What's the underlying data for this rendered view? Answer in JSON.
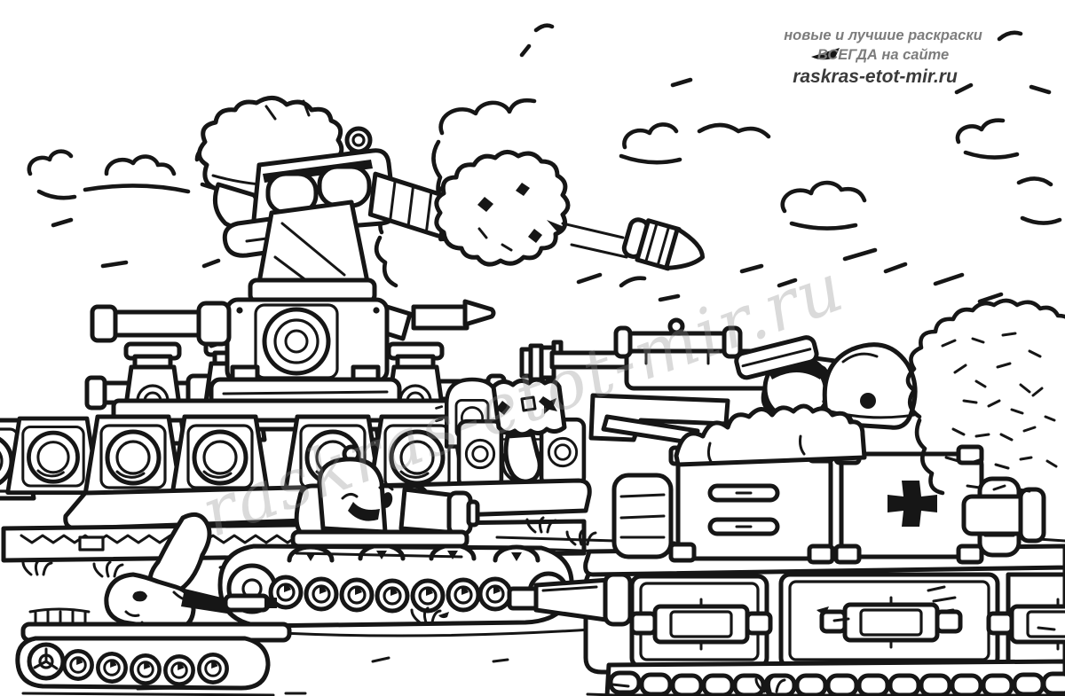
{
  "header": {
    "line1": "новые и лучшие раскраски",
    "line2": "ВСЕГДА на сайте",
    "site": "raskras-etot-mir.ru",
    "text_color": "#7d7d7d",
    "site_color": "#3a3a3a"
  },
  "watermark": {
    "text": "raskras-etot-mir.ru",
    "color": "#8d8d8d",
    "opacity": "0.32"
  },
  "artwork": {
    "ink": "#161616",
    "paper": "#ffffff",
    "subject": "Cartoon tanks coloring page: multi-turret KV-44 firing a shell, small winking tank, gunner creature on a small tank, helmeted rifle tank, clouds and bush"
  }
}
